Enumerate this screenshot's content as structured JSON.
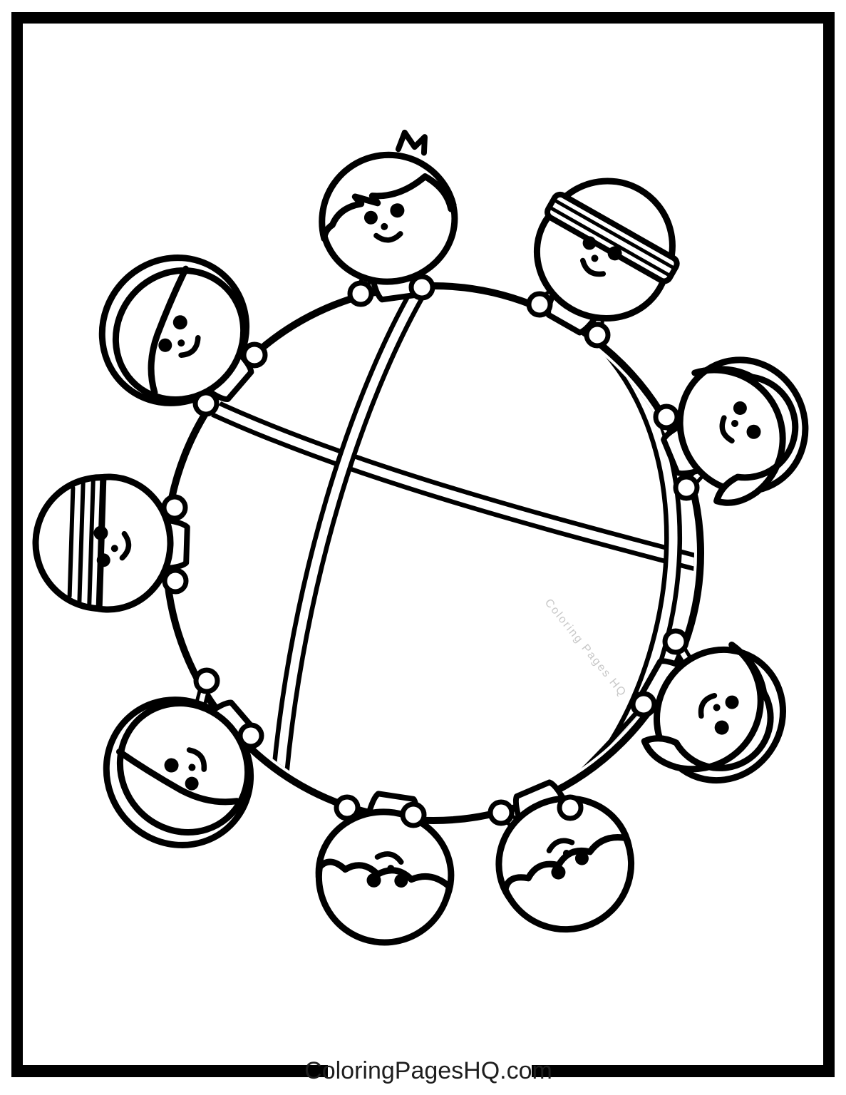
{
  "page": {
    "kind": "printable coloring page",
    "background": "#ffffff"
  },
  "colors": {
    "line": "#000000",
    "watermark": "#c8c8c8",
    "footer_text": "#1e1e1e"
  },
  "watermark": {
    "text": "Coloring Pages HQ",
    "color": "#c8c8c8"
  },
  "footer": {
    "site_label": "ColoringPagesHQ.com",
    "color": "#1e1e1e"
  },
  "scene": {
    "description": "Nine smiling children arranged in a ring, gripping the rim of a large basketball with double-line seams",
    "ball": {
      "shape": "basketball",
      "seam_style": "double-line"
    },
    "expression": "smiling",
    "children": [
      {
        "position": "top",
        "hair_style": "side-swept",
        "accessory": ""
      },
      {
        "position": "top-right",
        "hair_style": "headband",
        "accessory": "striped headband"
      },
      {
        "position": "right",
        "hair_style": "bob",
        "accessory": ""
      },
      {
        "position": "lower-right",
        "hair_style": "bob",
        "accessory": ""
      },
      {
        "position": "bottom-right",
        "hair_style": "wavy",
        "accessory": ""
      },
      {
        "position": "bottom-left",
        "hair_style": "wavy",
        "accessory": ""
      },
      {
        "position": "lower-left",
        "hair_style": "fluffy",
        "accessory": ""
      },
      {
        "position": "left",
        "hair_style": "cap",
        "accessory": "striped cap"
      },
      {
        "position": "upper-left",
        "hair_style": "fluffy",
        "accessory": ""
      }
    ]
  }
}
